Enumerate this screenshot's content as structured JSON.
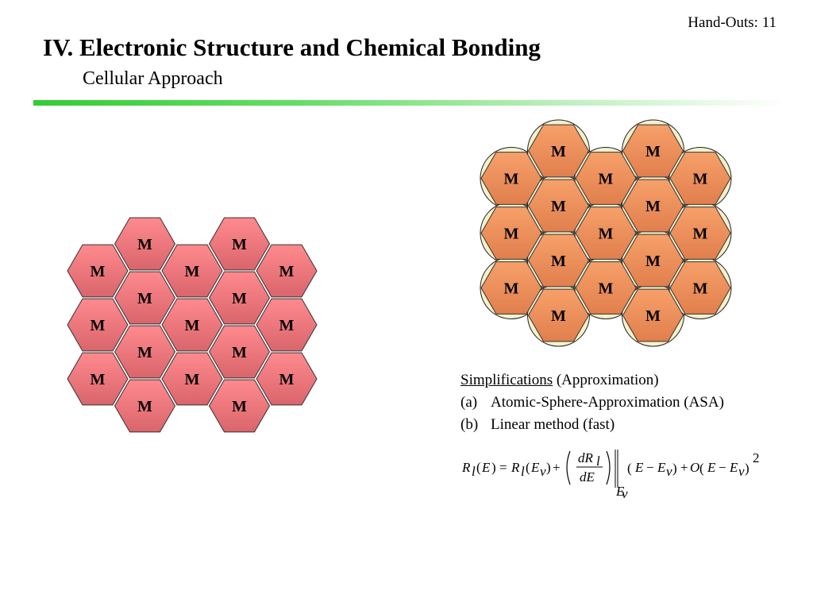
{
  "header": {
    "handouts": "Hand-Outs: 11",
    "title": "IV. Electronic Structure and Chemical Bonding",
    "subtitle": "Cellular Approach"
  },
  "lattice": {
    "atom_label": "M",
    "left_fill": "#f0747a",
    "right_fill": "#f2925c",
    "sphere_fill": "#f4f0cc"
  },
  "simplifications": {
    "heading": "Simplifications",
    "heading_suffix": "(Approximation)",
    "items": [
      {
        "marker": "(a)",
        "text": "Atomic-Sphere-Approximation (ASA)"
      },
      {
        "marker": "(b)",
        "text": "Linear method (fast)"
      }
    ]
  },
  "equation": {
    "R": "R",
    "l": "l",
    "E": "E",
    "nu": "ν",
    "dR": "dR",
    "dE": "dE",
    "O": "O",
    "power": "2"
  }
}
